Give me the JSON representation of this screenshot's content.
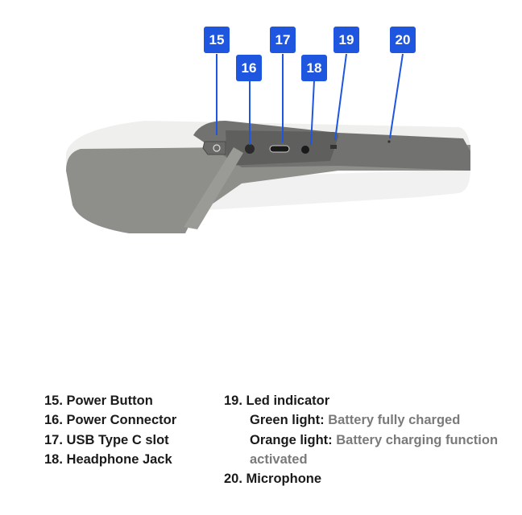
{
  "callouts": [
    {
      "number": "15"
    },
    {
      "number": "16"
    },
    {
      "number": "17"
    },
    {
      "number": "18"
    },
    {
      "number": "19"
    },
    {
      "number": "20"
    }
  ],
  "legend": {
    "left": [
      {
        "number": "15.",
        "label": "Power Button"
      },
      {
        "number": "16.",
        "label": "Power Connector"
      },
      {
        "number": "17.",
        "label": "USB Type C slot"
      },
      {
        "number": "18.",
        "label": "Headphone Jack"
      }
    ],
    "right": {
      "led": {
        "number": "19.",
        "label": "Led indicator"
      },
      "green_label": "Green light:",
      "green_desc": "Battery fully charged",
      "orange_label": "Orange light:",
      "orange_desc": "Battery charging function",
      "orange_desc_cont": "activated",
      "mic": {
        "number": "20.",
        "label": "Microphone"
      }
    }
  },
  "colors": {
    "badge": "#1f56e0",
    "secondary_text": "#7a7a7a"
  }
}
